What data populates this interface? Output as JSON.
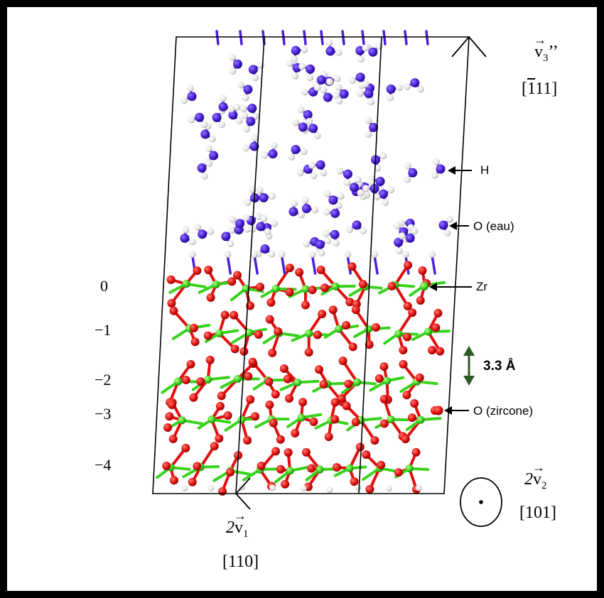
{
  "layers": [
    "0",
    "−1",
    "−2",
    "−3",
    "−4"
  ],
  "annotations": {
    "h": "H",
    "o_water": "O (eau)",
    "zr": "Zr",
    "spacing": "3.3 Å",
    "o_zirconia": "O (zircone)"
  },
  "vectors": {
    "v3": {
      "coef": "",
      "symbol": "v",
      "sub": "3",
      "suffix": "’’",
      "miller_bar": "1",
      "miller_rest": "11"
    },
    "v2": {
      "coef": "2",
      "symbol": "v",
      "sub": "2",
      "miller": "[101]"
    },
    "v1": {
      "coef": "2",
      "symbol": "v",
      "sub": "1",
      "miller": "[110]"
    }
  },
  "colors": {
    "water_oxygen": "#4a1fd6",
    "hydrogen": "#e6e6e6",
    "zirconium": "#39d21c",
    "zirconia_oxygen": "#e01010",
    "spacing_arrow": "#2f5a26"
  }
}
